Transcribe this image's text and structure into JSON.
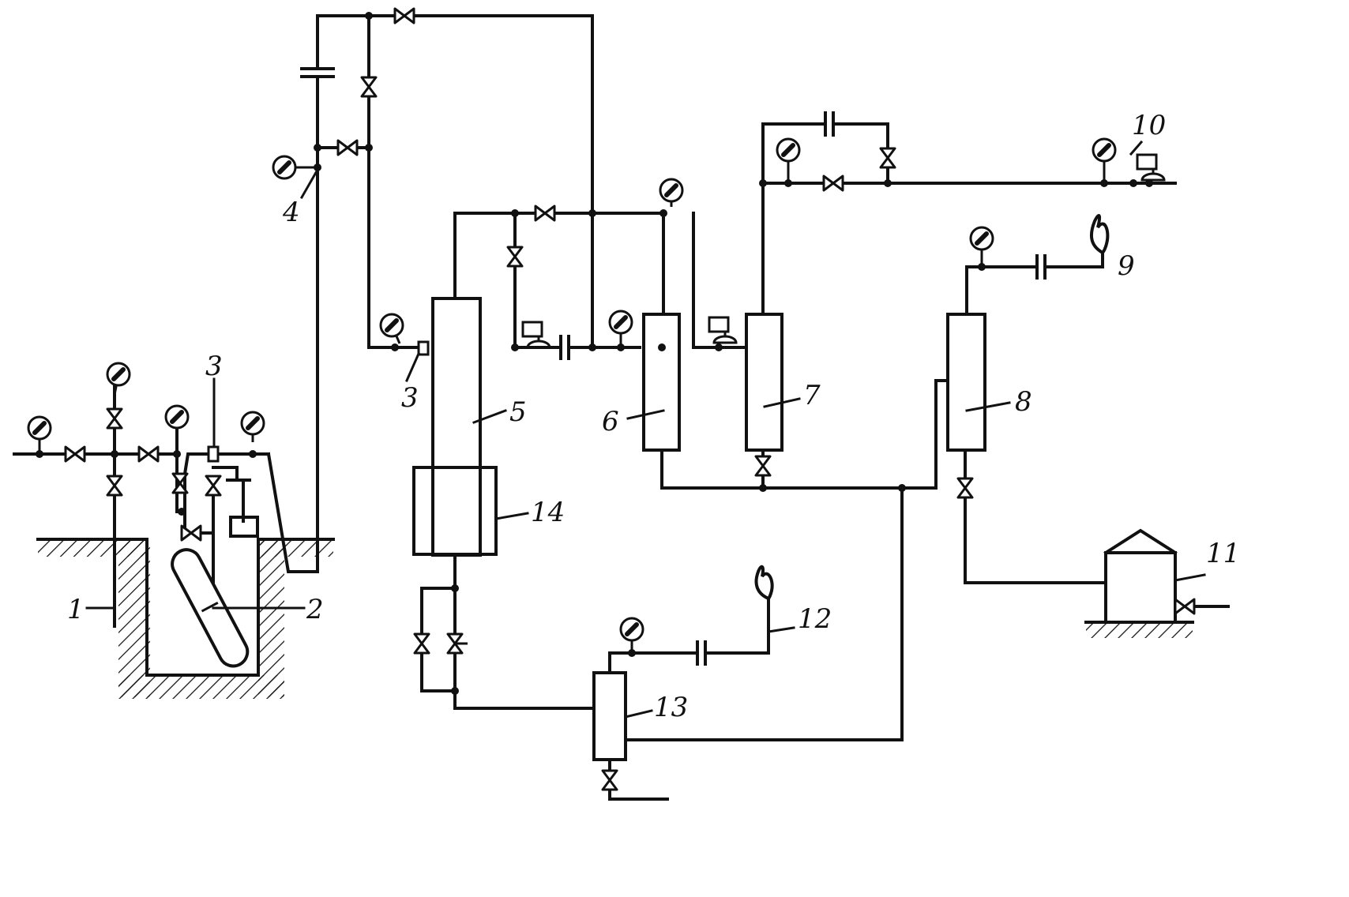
{
  "labels": {
    "well": "1",
    "tube": "2",
    "flow_control_well": "3",
    "flow_control_separator": "3",
    "gauge_line": "4",
    "separator": "5",
    "vessel_6": "6",
    "vessel_7": "7",
    "vessel_8": "8",
    "flare_upper": "9",
    "outlet_regulator": "10",
    "tank": "11",
    "flare_lower": "12",
    "vessel_13": "13",
    "heater": "14"
  },
  "colors": {
    "ink": "#111111",
    "paper": "#ffffff"
  }
}
